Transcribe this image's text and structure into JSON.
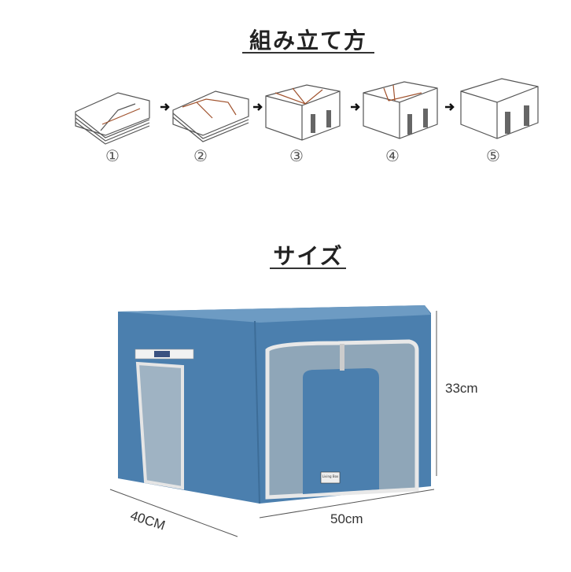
{
  "assembly": {
    "title": "組み立て方",
    "steps": [
      "①",
      "②",
      "③",
      "④",
      "⑤"
    ]
  },
  "size": {
    "title": "サイズ",
    "height": "33cm",
    "width": "50cm",
    "depth": "40CM",
    "label_tag": "Living Box"
  },
  "colors": {
    "fabric": "#4b7fae",
    "line": "#555555",
    "strap": "#a0522d"
  }
}
